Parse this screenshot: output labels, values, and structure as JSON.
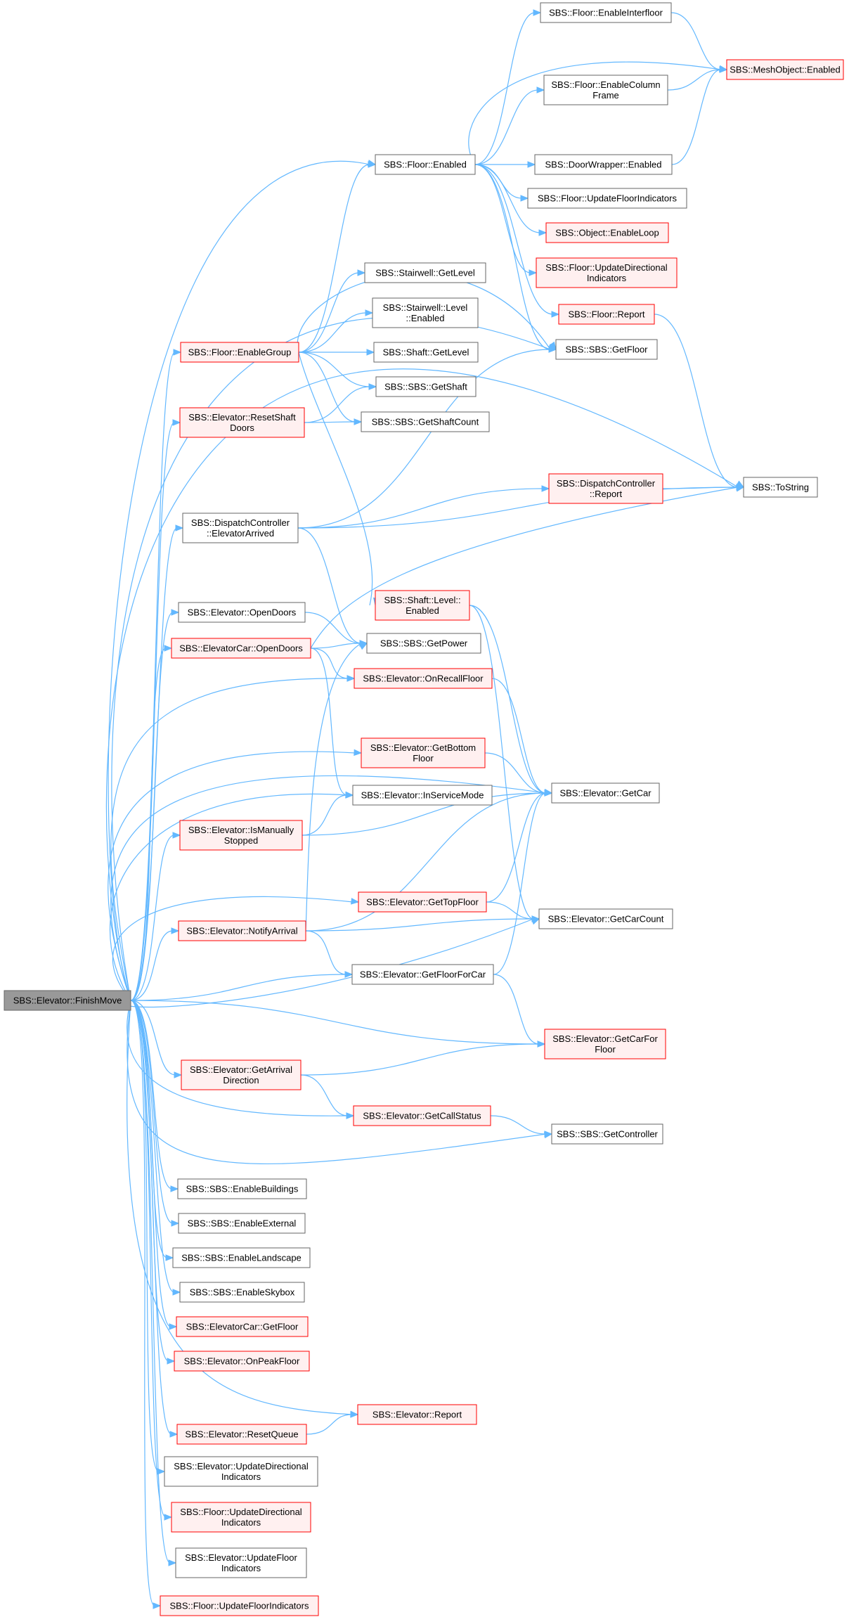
{
  "diagram": {
    "title": "",
    "colors": {
      "edge": "#63b8ff",
      "root_fill": "#999999",
      "root_border": "#666666",
      "normal_border": "#666666",
      "normal_fill": "#ffffff",
      "red_border": "#ff0000",
      "red_fill": "#fff0f0"
    },
    "nodes": [
      {
        "id": "finishmove",
        "lines": [
          "SBS::Elevator::FinishMove"
        ],
        "style": "root"
      },
      {
        "id": "enableinterfloor",
        "lines": [
          "SBS::Floor::EnableInterfloor"
        ],
        "style": "normal"
      },
      {
        "id": "meshenabled",
        "lines": [
          "SBS::MeshObject::Enabled"
        ],
        "style": "red"
      },
      {
        "id": "enablecolumn",
        "lines": [
          "SBS::Floor::EnableColumn",
          "Frame"
        ],
        "style": "normal"
      },
      {
        "id": "floorenabled",
        "lines": [
          "SBS::Floor::Enabled"
        ],
        "style": "normal"
      },
      {
        "id": "doorwrapper",
        "lines": [
          "SBS::DoorWrapper::Enabled"
        ],
        "style": "normal"
      },
      {
        "id": "updfloorind_top",
        "lines": [
          "SBS::Floor::UpdateFloorIndicators"
        ],
        "style": "normal"
      },
      {
        "id": "enableloop",
        "lines": [
          "SBS::Object::EnableLoop"
        ],
        "style": "red"
      },
      {
        "id": "floorupddir_top",
        "lines": [
          "SBS::Floor::UpdateDirectional",
          "Indicators"
        ],
        "style": "red"
      },
      {
        "id": "stairgetlevel",
        "lines": [
          "SBS::Stairwell::GetLevel"
        ],
        "style": "normal"
      },
      {
        "id": "stairlevelenabled",
        "lines": [
          "SBS::Stairwell::Level",
          "::Enabled"
        ],
        "style": "normal"
      },
      {
        "id": "floorreport",
        "lines": [
          "SBS::Floor::Report"
        ],
        "style": "red"
      },
      {
        "id": "enablegroup",
        "lines": [
          "SBS::Floor::EnableGroup"
        ],
        "style": "red"
      },
      {
        "id": "getfloor",
        "lines": [
          "SBS::SBS::GetFloor"
        ],
        "style": "normal"
      },
      {
        "id": "shaftgetlevel",
        "lines": [
          "SBS::Shaft::GetLevel"
        ],
        "style": "normal"
      },
      {
        "id": "getshaft",
        "lines": [
          "SBS::SBS::GetShaft"
        ],
        "style": "normal"
      },
      {
        "id": "resetshaftdoors",
        "lines": [
          "SBS::Elevator::ResetShaft",
          "Doors"
        ],
        "style": "red"
      },
      {
        "id": "getshaftcount",
        "lines": [
          "SBS::SBS::GetShaftCount"
        ],
        "style": "normal"
      },
      {
        "id": "dcreport",
        "lines": [
          "SBS::DispatchController",
          "::Report"
        ],
        "style": "red"
      },
      {
        "id": "tostring",
        "lines": [
          "SBS::ToString"
        ],
        "style": "normal"
      },
      {
        "id": "dcarrived",
        "lines": [
          "SBS::DispatchController",
          "::ElevatorArrived"
        ],
        "style": "normal"
      },
      {
        "id": "shaftlevelenabled",
        "lines": [
          "SBS::Shaft::Level::",
          "Enabled"
        ],
        "style": "red"
      },
      {
        "id": "elevopendoors",
        "lines": [
          "SBS::Elevator::OpenDoors"
        ],
        "style": "normal"
      },
      {
        "id": "getpower",
        "lines": [
          "SBS::SBS::GetPower"
        ],
        "style": "normal"
      },
      {
        "id": "caropendoors",
        "lines": [
          "SBS::ElevatorCar::OpenDoors"
        ],
        "style": "red"
      },
      {
        "id": "onrecall",
        "lines": [
          "SBS::Elevator::OnRecallFloor"
        ],
        "style": "red"
      },
      {
        "id": "getbottom",
        "lines": [
          "SBS::Elevator::GetBottom",
          "Floor"
        ],
        "style": "red"
      },
      {
        "id": "getcar",
        "lines": [
          "SBS::Elevator::GetCar"
        ],
        "style": "normal"
      },
      {
        "id": "inservice",
        "lines": [
          "SBS::Elevator::InServiceMode"
        ],
        "style": "normal"
      },
      {
        "id": "ismanually",
        "lines": [
          "SBS::Elevator::IsManually",
          "Stopped"
        ],
        "style": "red"
      },
      {
        "id": "gettop",
        "lines": [
          "SBS::Elevator::GetTopFloor"
        ],
        "style": "red"
      },
      {
        "id": "notifyarrival",
        "lines": [
          "SBS::Elevator::NotifyArrival"
        ],
        "style": "red"
      },
      {
        "id": "getcarcount",
        "lines": [
          "SBS::Elevator::GetCarCount"
        ],
        "style": "normal"
      },
      {
        "id": "getfloorforcar",
        "lines": [
          "SBS::Elevator::GetFloorForCar"
        ],
        "style": "normal"
      },
      {
        "id": "getcarforfloor",
        "lines": [
          "SBS::Elevator::GetCarFor",
          "Floor"
        ],
        "style": "red"
      },
      {
        "id": "getarrivaldir",
        "lines": [
          "SBS::Elevator::GetArrival",
          "Direction"
        ],
        "style": "red"
      },
      {
        "id": "getcallstatus",
        "lines": [
          "SBS::Elevator::GetCallStatus"
        ],
        "style": "red"
      },
      {
        "id": "getcontroller",
        "lines": [
          "SBS::SBS::GetController"
        ],
        "style": "normal"
      },
      {
        "id": "enablebuildings",
        "lines": [
          "SBS::SBS::EnableBuildings"
        ],
        "style": "normal"
      },
      {
        "id": "enableexternal",
        "lines": [
          "SBS::SBS::EnableExternal"
        ],
        "style": "normal"
      },
      {
        "id": "enablelandscape",
        "lines": [
          "SBS::SBS::EnableLandscape"
        ],
        "style": "normal"
      },
      {
        "id": "enableskybox",
        "lines": [
          "SBS::SBS::EnableSkybox"
        ],
        "style": "normal"
      },
      {
        "id": "cargetfloor",
        "lines": [
          "SBS::ElevatorCar::GetFloor"
        ],
        "style": "red"
      },
      {
        "id": "onpeak",
        "lines": [
          "SBS::Elevator::OnPeakFloor"
        ],
        "style": "red"
      },
      {
        "id": "elevreport",
        "lines": [
          "SBS::Elevator::Report"
        ],
        "style": "red"
      },
      {
        "id": "resetqueue",
        "lines": [
          "SBS::Elevator::ResetQueue"
        ],
        "style": "red"
      },
      {
        "id": "elevupddir",
        "lines": [
          "SBS::Elevator::UpdateDirectional",
          "Indicators"
        ],
        "style": "normal"
      },
      {
        "id": "floorupddir_bot",
        "lines": [
          "SBS::Floor::UpdateDirectional",
          "Indicators"
        ],
        "style": "red"
      },
      {
        "id": "elevupdfloorind",
        "lines": [
          "SBS::Elevator::UpdateFloor",
          "Indicators"
        ],
        "style": "normal"
      },
      {
        "id": "floorupdfloorind_bot",
        "lines": [
          "SBS::Floor::UpdateFloorIndicators"
        ],
        "style": "red"
      }
    ],
    "edges": [
      [
        "finishmove",
        "floorenabled"
      ],
      [
        "finishmove",
        "tostring"
      ],
      [
        "finishmove",
        "getfloor"
      ],
      [
        "finishmove",
        "enablegroup"
      ],
      [
        "finishmove",
        "resetshaftdoors"
      ],
      [
        "finishmove",
        "dcarrived"
      ],
      [
        "finishmove",
        "elevopendoors"
      ],
      [
        "finishmove",
        "caropendoors"
      ],
      [
        "finishmove",
        "onrecall"
      ],
      [
        "finishmove",
        "getcar"
      ],
      [
        "finishmove",
        "getbottom"
      ],
      [
        "finishmove",
        "inservice"
      ],
      [
        "finishmove",
        "ismanually"
      ],
      [
        "finishmove",
        "gettop"
      ],
      [
        "finishmove",
        "notifyarrival"
      ],
      [
        "finishmove",
        "getfloorforcar"
      ],
      [
        "finishmove",
        "getcarcount"
      ],
      [
        "finishmove",
        "getcarforfloor"
      ],
      [
        "finishmove",
        "getarrivaldir"
      ],
      [
        "finishmove",
        "getcallstatus"
      ],
      [
        "finishmove",
        "getcontroller"
      ],
      [
        "finishmove",
        "enablebuildings"
      ],
      [
        "finishmove",
        "enableexternal"
      ],
      [
        "finishmove",
        "enablelandscape"
      ],
      [
        "finishmove",
        "enableskybox"
      ],
      [
        "finishmove",
        "cargetfloor"
      ],
      [
        "finishmove",
        "onpeak"
      ],
      [
        "finishmove",
        "elevreport"
      ],
      [
        "finishmove",
        "resetqueue"
      ],
      [
        "finishmove",
        "elevupddir"
      ],
      [
        "finishmove",
        "floorupddir_bot"
      ],
      [
        "finishmove",
        "elevupdfloorind"
      ],
      [
        "finishmove",
        "floorupdfloorind_bot"
      ],
      [
        "enableinterfloor",
        "meshenabled"
      ],
      [
        "enablecolumn",
        "meshenabled"
      ],
      [
        "doorwrapper",
        "meshenabled"
      ],
      [
        "floorenabled",
        "enableinterfloor"
      ],
      [
        "floorenabled",
        "meshenabled"
      ],
      [
        "floorenabled",
        "enablecolumn"
      ],
      [
        "floorenabled",
        "doorwrapper"
      ],
      [
        "floorenabled",
        "updfloorind_top"
      ],
      [
        "floorenabled",
        "enableloop"
      ],
      [
        "floorenabled",
        "floorupddir_top"
      ],
      [
        "floorenabled",
        "floorreport"
      ],
      [
        "floorenabled",
        "getfloor"
      ],
      [
        "floorreport",
        "tostring"
      ],
      [
        "enablegroup",
        "floorenabled"
      ],
      [
        "enablegroup",
        "stairgetlevel"
      ],
      [
        "enablegroup",
        "stairlevelenabled"
      ],
      [
        "enablegroup",
        "getfloor"
      ],
      [
        "enablegroup",
        "shaftgetlevel"
      ],
      [
        "enablegroup",
        "getshaft"
      ],
      [
        "enablegroup",
        "getshaftcount"
      ],
      [
        "enablegroup",
        "shaftlevelenabled"
      ],
      [
        "resetshaftdoors",
        "getshaft"
      ],
      [
        "resetshaftdoors",
        "getshaftcount"
      ],
      [
        "dcarrived",
        "getfloor"
      ],
      [
        "dcarrived",
        "dcreport"
      ],
      [
        "dcarrived",
        "tostring"
      ],
      [
        "dcarrived",
        "getpower"
      ],
      [
        "dcreport",
        "tostring"
      ],
      [
        "shaftlevelenabled",
        "getcar"
      ],
      [
        "shaftlevelenabled",
        "getcarcount"
      ],
      [
        "elevopendoors",
        "getpower"
      ],
      [
        "caropendoors",
        "tostring"
      ],
      [
        "caropendoors",
        "getpower"
      ],
      [
        "caropendoors",
        "onrecall"
      ],
      [
        "caropendoors",
        "inservice"
      ],
      [
        "onrecall",
        "getcar"
      ],
      [
        "getbottom",
        "getcar"
      ],
      [
        "ismanually",
        "inservice"
      ],
      [
        "ismanually",
        "getcar"
      ],
      [
        "gettop",
        "getcar"
      ],
      [
        "gettop",
        "getcarcount"
      ],
      [
        "notifyarrival",
        "getpower"
      ],
      [
        "notifyarrival",
        "getcar"
      ],
      [
        "notifyarrival",
        "getcarcount"
      ],
      [
        "notifyarrival",
        "getfloorforcar"
      ],
      [
        "getfloorforcar",
        "getcar"
      ],
      [
        "getfloorforcar",
        "getcarforfloor"
      ],
      [
        "getarrivaldir",
        "getcarforfloor"
      ],
      [
        "getarrivaldir",
        "getcallstatus"
      ],
      [
        "getcallstatus",
        "getcontroller"
      ],
      [
        "resetqueue",
        "elevreport"
      ]
    ]
  }
}
